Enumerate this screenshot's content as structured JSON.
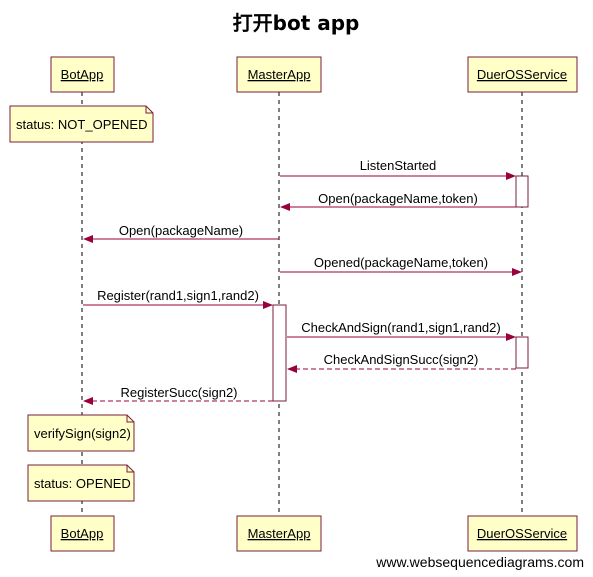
{
  "title": "打开bot app",
  "credit": "www.websequencediagrams.com",
  "colors": {
    "box_fill": "#ffffc8",
    "box_stroke": "#7a1e3c",
    "arrow": "#99003d",
    "activation_fill": "#ffffff",
    "activation_stroke": "#7a1e3c",
    "lifeline": "#000000"
  },
  "participants": [
    {
      "id": "botapp",
      "label": "BotApp"
    },
    {
      "id": "masterapp",
      "label": "MasterApp"
    },
    {
      "id": "duerosservice",
      "label": "DuerOSService"
    }
  ],
  "messages": [
    {
      "from": "masterapp",
      "to": "duerosservice",
      "label": "ListenStarted",
      "style": "solid"
    },
    {
      "from": "duerosservice",
      "to": "masterapp",
      "label": "Open(packageName,token)",
      "style": "solid"
    },
    {
      "from": "masterapp",
      "to": "botapp",
      "label": "Open(packageName)",
      "style": "solid"
    },
    {
      "from": "masterapp",
      "to": "duerosservice",
      "label": "Opened(packageName,token)",
      "style": "solid"
    },
    {
      "from": "botapp",
      "to": "masterapp",
      "label": "Register(rand1,sign1,rand2)",
      "style": "solid"
    },
    {
      "from": "masterapp",
      "to": "duerosservice",
      "label": "CheckAndSign(rand1,sign1,rand2)",
      "style": "solid"
    },
    {
      "from": "duerosservice",
      "to": "masterapp",
      "label": "CheckAndSignSucc(sign2)",
      "style": "dashed"
    },
    {
      "from": "masterapp",
      "to": "botapp",
      "label": "RegisterSucc(sign2)",
      "style": "dashed"
    }
  ],
  "notes": [
    {
      "over": "botapp",
      "text": "status: NOT_OPENED"
    },
    {
      "over": "botapp",
      "text": "verifySign(sign2)"
    },
    {
      "over": "botapp",
      "text": "status: OPENED"
    }
  ]
}
